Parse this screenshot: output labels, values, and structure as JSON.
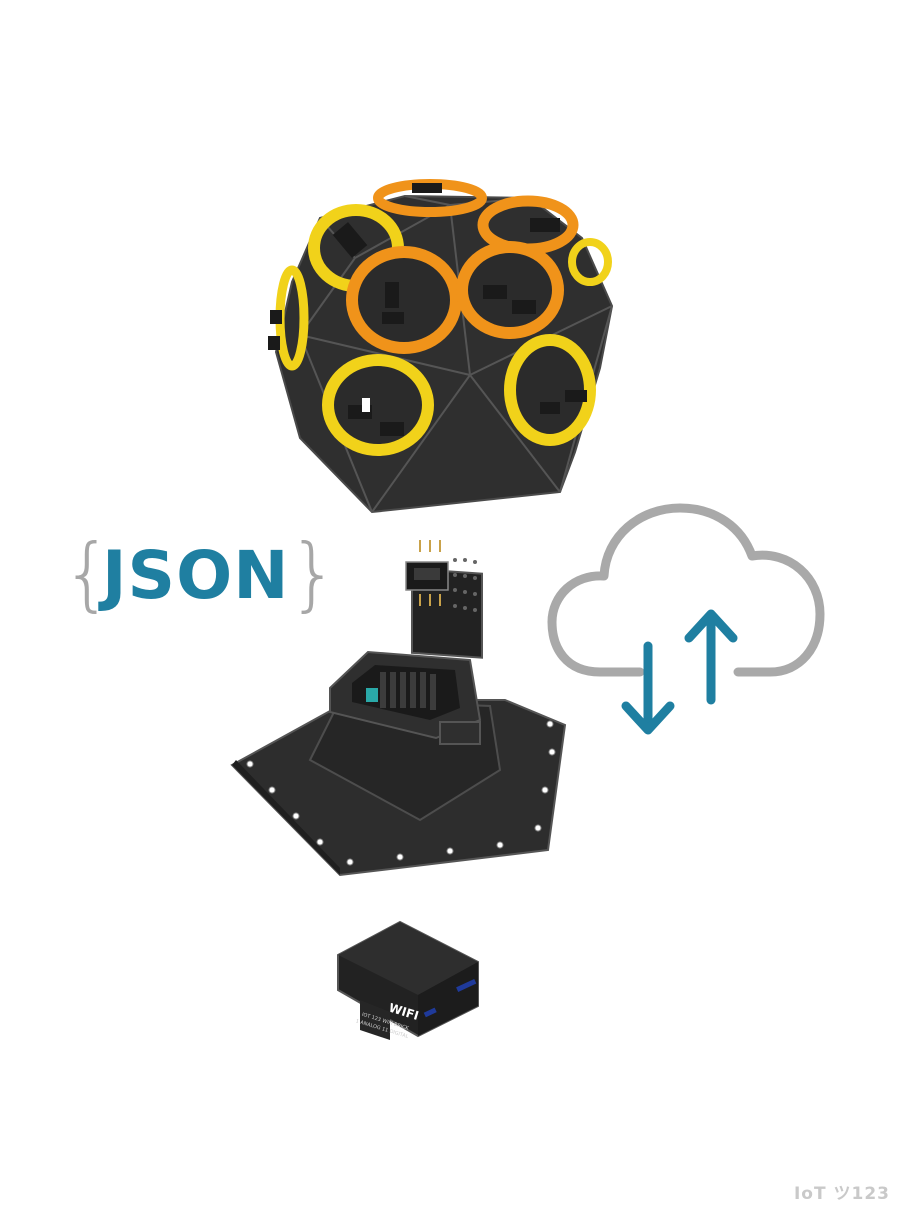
{
  "json_logo": {
    "left_brace": "{",
    "word": "JSON",
    "right_brace": "}"
  },
  "wifi_module": {
    "label": "WIFI",
    "small_line_1": "IOT 123 WIFI BRICK",
    "small_line_2": "1 ANALOG 11 DIGITAL"
  },
  "watermark": "IoT ツ123",
  "colors": {
    "background": "#ffffff",
    "body_dark": "#2d2d2d",
    "ring_orange": "#f0931a",
    "ring_yellow": "#f1d21a",
    "json_blue": "#1f7fa1",
    "cloud_gray": "#a9a9a9",
    "arrow_blue": "#1f7fa1"
  },
  "icons": [
    "cloud-sync-icon",
    "download-arrow-icon",
    "upload-arrow-icon"
  ]
}
